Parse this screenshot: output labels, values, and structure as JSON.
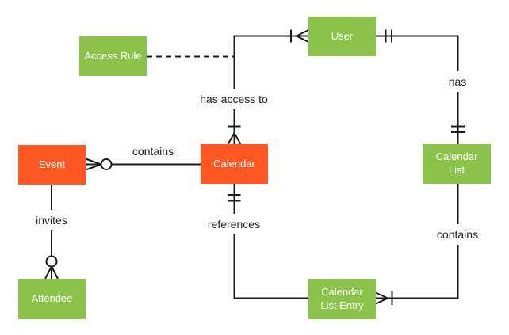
{
  "colors": {
    "entity_green": "#8BC34A",
    "entity_orange": "#FF5722",
    "line_color": "#1a1a1a",
    "label_color": "#212121",
    "background": "#ffffff"
  },
  "entities": {
    "access_rule": {
      "label": "Access Rule",
      "color": "#8BC34A"
    },
    "user": {
      "label": "User",
      "color": "#8BC34A"
    },
    "event": {
      "label": "Event",
      "color": "#FF5722"
    },
    "calendar": {
      "label": "Calendar",
      "color": "#FF5722"
    },
    "calendar_list": {
      "label": "Calendar List",
      "color": "#8BC34A"
    },
    "attendee": {
      "label": "Attendee",
      "color": "#8BC34A"
    },
    "calendar_list_entry": {
      "label": "Calendar List Entry",
      "color": "#8BC34A"
    }
  },
  "relationships": {
    "event_contains_calendar": {
      "label": "contains",
      "from": "Event",
      "to": "Calendar",
      "cardinality_at_event": "zero-or-many"
    },
    "event_invites_attendee": {
      "label": "invites",
      "from": "Event",
      "to": "Attendee",
      "cardinality_at_attendee": "zero-or-many"
    },
    "calendar_has_access_to_user": {
      "label": "has access to",
      "from": "Calendar",
      "to": "User",
      "cardinality_at_calendar": "one-or-many",
      "cardinality_at_user": "one-or-many"
    },
    "access_rule_dashed_link": {
      "label": "",
      "from": "Access Rule",
      "to": "has access to",
      "style": "dashed"
    },
    "user_has_calendar_list": {
      "label": "has",
      "from": "User",
      "to": "Calendar List",
      "cardinality_at_user": "one-and-only-one",
      "cardinality_at_calendar_list": "one-and-only-one"
    },
    "calendar_references_entry": {
      "label": "references",
      "from": "Calendar",
      "to": "Calendar List Entry",
      "cardinality_at_calendar": "one-and-only-one"
    },
    "calendar_list_contains_entry": {
      "label": "contains",
      "from": "Calendar List",
      "to": "Calendar List Entry",
      "cardinality_at_entry": "one-or-many"
    }
  }
}
